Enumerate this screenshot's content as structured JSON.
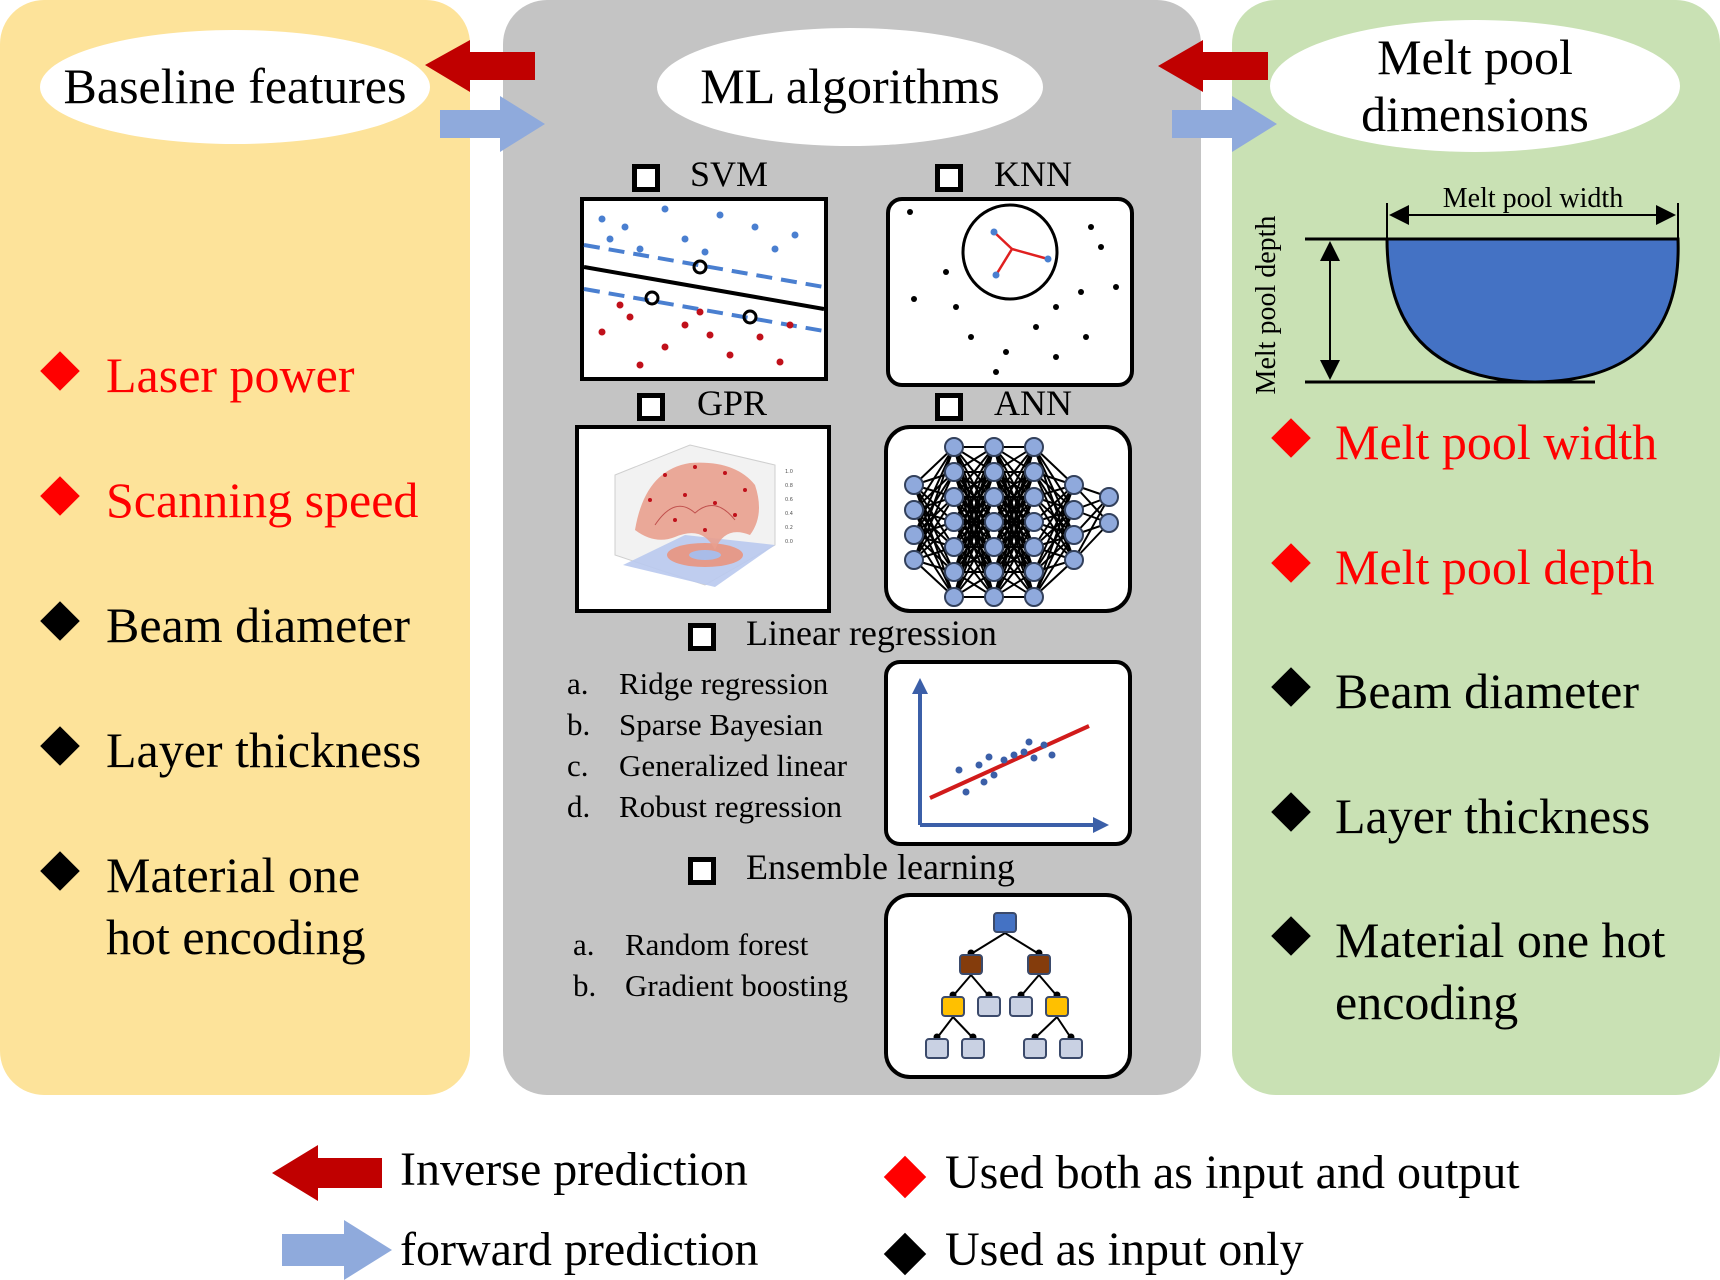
{
  "panels": {
    "baseline": {
      "title": "Baseline features",
      "features": [
        {
          "label": "Laser power",
          "kind": "both"
        },
        {
          "label": "Scanning speed",
          "kind": "both"
        },
        {
          "label": "Beam diameter",
          "kind": "input"
        },
        {
          "label": "Layer thickness",
          "kind": "input"
        },
        {
          "label": "Material one",
          "label2": "hot encoding",
          "kind": "input"
        }
      ]
    },
    "ml": {
      "title": "ML algorithms",
      "svm": "SVM",
      "knn": "KNN",
      "gpr": "GPR",
      "ann": "ANN",
      "gpr_ticks": [
        "1.0",
        "0.8",
        "0.6",
        "0.4",
        "0.2",
        "0.0"
      ],
      "linear": {
        "title": "Linear regression",
        "items": [
          {
            "letter": "a.",
            "label": "Ridge regression"
          },
          {
            "letter": "b.",
            "label": "Sparse Bayesian"
          },
          {
            "letter": "c.",
            "label": "Generalized linear"
          },
          {
            "letter": "d.",
            "label": "Robust regression"
          }
        ]
      },
      "ensemble": {
        "title": "Ensemble learning",
        "items": [
          {
            "letter": "a.",
            "label": "Random forest"
          },
          {
            "letter": "b.",
            "label": "Gradient boosting"
          }
        ]
      }
    },
    "melt": {
      "title_line1": "Melt pool",
      "title_line2": "dimensions",
      "width_label": "Melt pool width",
      "depth_label": "Melt pool depth",
      "features": [
        {
          "label": "Melt pool width",
          "kind": "both"
        },
        {
          "label": "Melt pool depth",
          "kind": "both"
        },
        {
          "label": "Beam diameter",
          "kind": "input"
        },
        {
          "label": "Layer thickness",
          "kind": "input"
        },
        {
          "label": "Material one hot",
          "label2": "encoding",
          "kind": "input"
        }
      ]
    }
  },
  "legend": {
    "inverse": "Inverse prediction",
    "forward": "forward prediction",
    "both": "Used both as input and output",
    "input_only": "Used as input only"
  },
  "colors": {
    "inverse_arrow": "#c00000",
    "forward_arrow": "#8faadc",
    "both_marker": "#ff0000",
    "input_marker": "#000000",
    "baseline_bg": "#fde39a",
    "ml_bg": "#c4c4c4",
    "melt_bg": "#c9e1b4",
    "pool_fill": "#4472c4"
  }
}
